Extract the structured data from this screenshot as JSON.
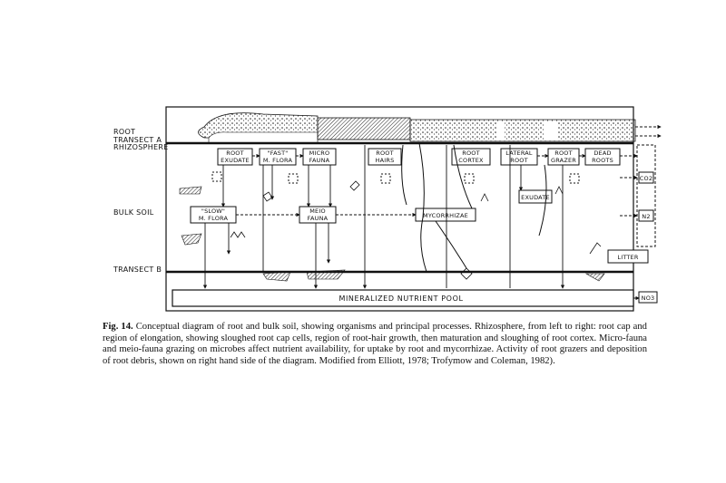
{
  "side_labels": {
    "root": "ROOT",
    "transect_a": "TRANSECT A",
    "rhizosphere": "RHIZOSPHERE",
    "bulk_soil": "BULK SOIL",
    "transect_b": "TRANSECT B"
  },
  "boxes": {
    "root_exudate": [
      "ROOT",
      "EXUDATE"
    ],
    "fast_mflora": [
      "\"FAST\"",
      "M. FLORA"
    ],
    "micro_fauna": [
      "MICRO",
      "FAUNA"
    ],
    "root_hairs": [
      "ROOT",
      "HAIRS"
    ],
    "root_cortex": [
      "ROOT",
      "CORTEX"
    ],
    "lateral_root": [
      "LATERAL",
      "ROOT"
    ],
    "root_grazer": [
      "ROOT",
      "GRAZER"
    ],
    "dead_roots": [
      "DEAD",
      "ROOTS"
    ],
    "slow_mflora": [
      "\"SLOW\"",
      "M. FLORA"
    ],
    "meio_fauna": [
      "MEIO",
      "FAUNA"
    ],
    "mycorrhizae": "MYCORRHIZAE",
    "exudate": "EXUDATE",
    "litter": "LITTER",
    "mineralized_pool": "MINERALIZED   NUTRIENT   POOL",
    "co2": "CO2",
    "n2": "N2",
    "no3": "NO3"
  },
  "caption": {
    "label": "Fig. 14.",
    "text": " Conceptual diagram of root and bulk soil, showing organisms and principal processes. Rhizosphere, from left to right: root cap and region of elongation, showing sloughed root cap cells, region of root-hair growth, then maturation and sloughing of root cortex. Micro-fauna and meio-fauna grazing on microbes affect nutrient availability, for uptake by root and mycorrhizae. Activity of root grazers and deposition of root debris, shown on right hand side of the diagram. Modified from Elliott, 1978; Trofymow and Coleman, 1982)."
  }
}
